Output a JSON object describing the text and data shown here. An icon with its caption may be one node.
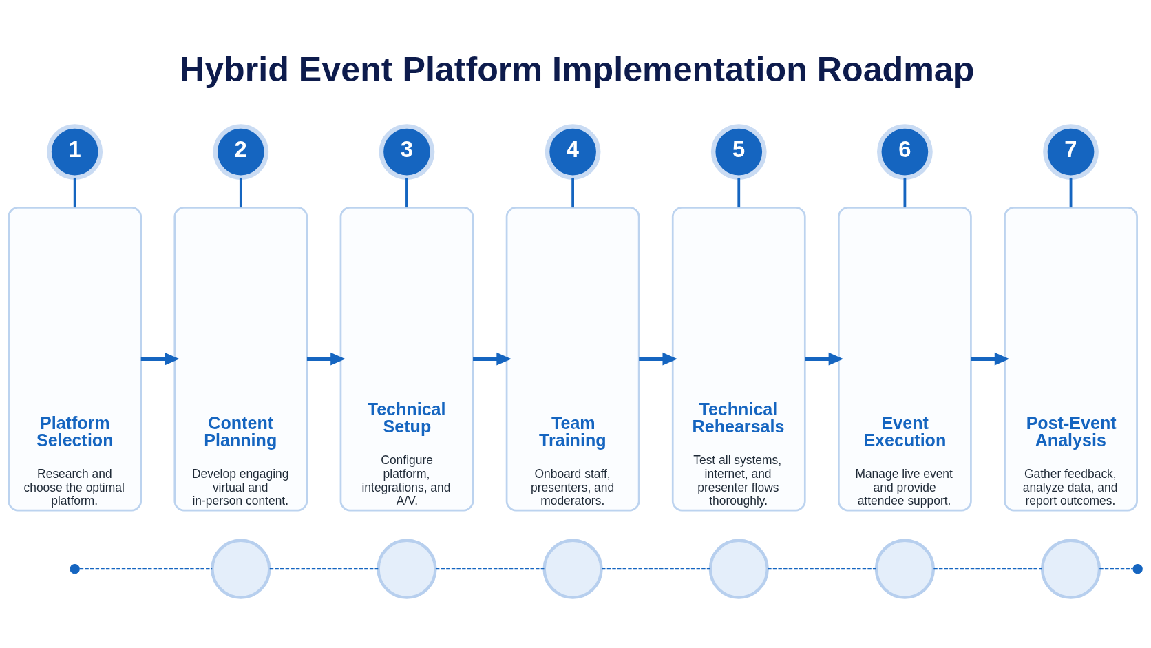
{
  "diagram": {
    "title": "Hybrid Event Platform Implementation Roadmap",
    "nodes": [
      {
        "text": [
          "1"
        ]
      },
      {
        "text": [
          "2"
        ]
      },
      {
        "text": [
          "3"
        ]
      },
      {
        "text": [
          "4"
        ]
      },
      {
        "text": [
          "5"
        ]
      },
      {
        "text": [
          "6"
        ]
      },
      {
        "text": [
          "7"
        ]
      },
      {
        "text": [
          "Platform Selection",
          "Research and choose the optimal platform."
        ]
      },
      {
        "text": [
          "Content Planning",
          "Develop engaging virtual and in-person content."
        ]
      },
      {
        "text": [
          "Technical Setup",
          "Configure platform, integrations, and A/V."
        ]
      },
      {
        "text": [
          "Team Training",
          "Onboard staff, presenters, and moderators."
        ]
      },
      {
        "text": [
          "Technical Rehearsals",
          "Test all systems, internet, and presenter flows thoroughly."
        ]
      },
      {
        "text": [
          "Event Execution",
          "Manage live event and provide attendee support."
        ]
      },
      {
        "text": [
          "Post-Event Analysis",
          "Gather feedback, analyze data, and report outcomes."
        ]
      },
      {
        "text": [],
        "shape": "dot"
      },
      {
        "text": [],
        "shape": "circle"
      },
      {
        "text": [],
        "shape": "circle"
      },
      {
        "text": [],
        "shape": "circle"
      },
      {
        "text": [],
        "shape": "circle"
      },
      {
        "text": [],
        "shape": "circle"
      },
      {
        "text": [],
        "shape": "circle"
      },
      {
        "text": [],
        "shape": "dot"
      }
    ],
    "edges": [
      {
        "from": 0,
        "to": 7,
        "arrow": "none"
      },
      {
        "from": 1,
        "to": 8,
        "arrow": "none"
      },
      {
        "from": 2,
        "to": 9,
        "arrow": "none"
      },
      {
        "from": 3,
        "to": 10,
        "arrow": "none"
      },
      {
        "from": 4,
        "to": 11,
        "arrow": "none"
      },
      {
        "from": 5,
        "to": 12,
        "arrow": "none"
      },
      {
        "from": 6,
        "to": 13,
        "arrow": "none"
      },
      {
        "from": 7,
        "to": 8,
        "arrow": "to"
      },
      {
        "from": 8,
        "to": 9,
        "arrow": "to"
      },
      {
        "from": 9,
        "to": 10,
        "arrow": "to"
      },
      {
        "from": 10,
        "to": 11,
        "arrow": "to"
      },
      {
        "from": 11,
        "to": 12,
        "arrow": "to"
      },
      {
        "from": 12,
        "to": 13,
        "arrow": "to"
      },
      {
        "from": 14,
        "to": 15,
        "arrow": "none",
        "style": "dashed"
      },
      {
        "from": 15,
        "to": 16,
        "arrow": "none",
        "style": "dashed"
      },
      {
        "from": 16,
        "to": 17,
        "arrow": "none",
        "style": "dashed"
      },
      {
        "from": 17,
        "to": 18,
        "arrow": "none",
        "style": "dashed"
      },
      {
        "from": 18,
        "to": 19,
        "arrow": "none",
        "style": "dashed"
      },
      {
        "from": 19,
        "to": 20,
        "arrow": "none",
        "style": "dashed"
      },
      {
        "from": 20,
        "to": 21,
        "arrow": "none",
        "style": "dashed"
      }
    ]
  }
}
